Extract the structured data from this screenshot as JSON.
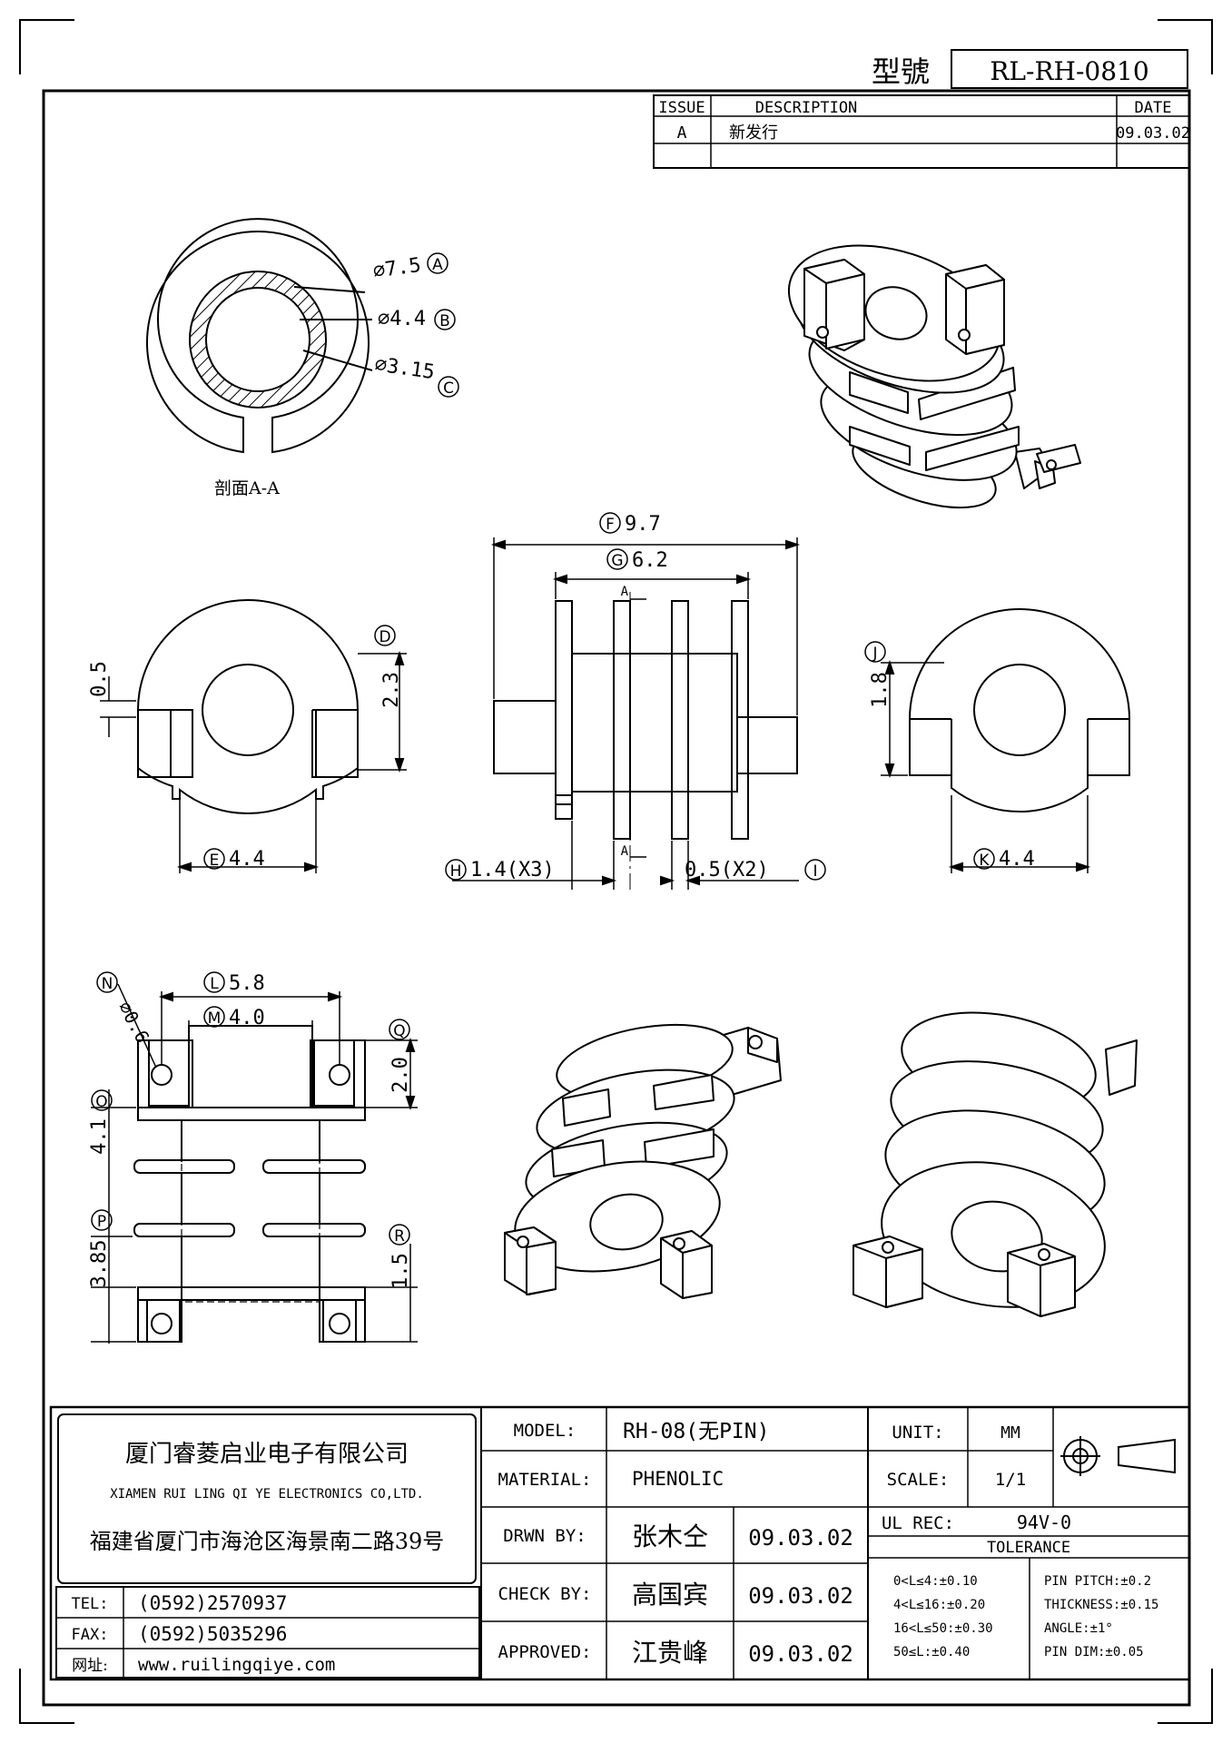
{
  "header": {
    "model_label": "型號",
    "model_value": "RL-RH-0810"
  },
  "revision_table": {
    "headers": [
      "ISSUE",
      "DESCRIPTION",
      "DATE"
    ],
    "rows": [
      {
        "issue": "A",
        "description": "新发行",
        "date": "09.03.02"
      }
    ]
  },
  "section_view": {
    "title": "剖面A-A",
    "dims": [
      {
        "id": "A",
        "value": "⌀7.5"
      },
      {
        "id": "B",
        "value": "⌀4.4"
      },
      {
        "id": "C",
        "value": "⌀3.15"
      }
    ]
  },
  "front_view": {
    "dims": [
      {
        "id": "D",
        "value": "2.3"
      },
      {
        "id": "E",
        "value": "4.4"
      }
    ],
    "small_dim": "0.5"
  },
  "side_view": {
    "dims": [
      {
        "id": "F",
        "value": "9.7"
      },
      {
        "id": "G",
        "value": "6.2"
      },
      {
        "id": "H",
        "value": "1.4(X3)"
      },
      {
        "id": "I",
        "value": "0.5(X2)"
      }
    ],
    "section_mark": "A"
  },
  "right_view": {
    "dims": [
      {
        "id": "J",
        "value": "1.8"
      },
      {
        "id": "K",
        "value": "4.4"
      }
    ]
  },
  "bottom_view": {
    "dims": [
      {
        "id": "L",
        "value": "5.8"
      },
      {
        "id": "M",
        "value": "4.0"
      },
      {
        "id": "N",
        "value": "⌀0.6"
      },
      {
        "id": "O",
        "value": "4.1"
      },
      {
        "id": "P",
        "value": "3.85"
      },
      {
        "id": "Q",
        "value": "2.0"
      },
      {
        "id": "R",
        "value": "1.5"
      }
    ]
  },
  "title_block": {
    "company_cn": "厦门睿菱启业电子有限公司",
    "company_en": "XIAMEN RUI LING QI YE ELECTRONICS CO,LTD.",
    "address": "福建省厦门市海沧区海景南二路39号",
    "tel_label": "TEL:",
    "tel_value": "(0592)2570937",
    "fax_label": "FAX:",
    "fax_value": "(0592)5035296",
    "web_label": "网址:",
    "web_value": "www.ruilingqiye.com",
    "model_label": "MODEL:",
    "model_value": "RH-08(无PIN)",
    "material_label": "MATERIAL:",
    "material_value": "PHENOLIC",
    "drawn_label": "DRWN BY:",
    "drawn_name": "张木仝",
    "drawn_date": "09.03.02",
    "check_label": "CHECK BY:",
    "check_name": "高国宾",
    "check_date": "09.03.02",
    "approved_label": "APPROVED:",
    "approved_name": "江贵峰",
    "approved_date": "09.03.02",
    "unit_label": "UNIT:",
    "unit_value": "MM",
    "scale_label": "SCALE:",
    "scale_value": "1/1",
    "ul_label": "UL REC:",
    "ul_value": "94V-0",
    "tolerance_title": "TOLERANCE",
    "tolerance_left": [
      "0<L≤4:±0.10",
      "4<L≤16:±0.20",
      "16<L≤50:±0.30",
      "50≤L:±0.40"
    ],
    "tolerance_right": [
      "PIN PITCH:±0.2",
      "THICKNESS:±0.15",
      "ANGLE:±1°",
      "PIN DIM:±0.05"
    ]
  }
}
